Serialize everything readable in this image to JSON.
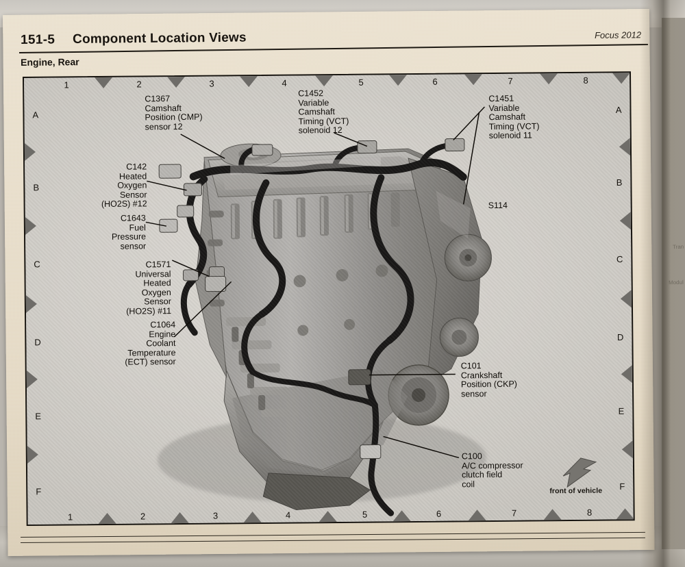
{
  "header": {
    "page_number": "151-5",
    "title": "Component Location Views",
    "model": "Focus 2012",
    "subtitle": "Engine, Rear"
  },
  "figure": {
    "grid_columns": [
      "1",
      "2",
      "3",
      "4",
      "5",
      "6",
      "7",
      "8"
    ],
    "grid_rows": [
      "A",
      "B",
      "C",
      "D",
      "E",
      "F"
    ],
    "orientation_label": "front of vehicle"
  },
  "callouts": [
    {
      "id": "c1367",
      "text": "C1367\nCamshaft\nPosition (CMP)\nsensor 12"
    },
    {
      "id": "c1452",
      "text": "C1452\nVariable\nCamshaft\nTiming (VCT)\nsolenoid 12"
    },
    {
      "id": "c1451",
      "text": "C1451\nVariable\nCamshaft\nTiming (VCT)\nsolenoid 11"
    },
    {
      "id": "c142",
      "text": "C142\nHeated\nOxygen\nSensor\n(HO2S) #12"
    },
    {
      "id": "c1643",
      "text": "C1643\nFuel\nPressure\nsensor"
    },
    {
      "id": "c1571",
      "text": "C1571\nUniversal\nHeated\nOxygen\nSensor\n(HO2S) #11"
    },
    {
      "id": "c1064",
      "text": "C1064\nEngine\nCoolant\nTemperature\n(ECT) sensor"
    },
    {
      "id": "s114",
      "text": "S114"
    },
    {
      "id": "c101",
      "text": "C101\nCrankshaft\nPosition (CKP)\nsensor"
    },
    {
      "id": "c100",
      "text": "C100\nA/C compressor\nclutch field\ncoil"
    }
  ],
  "next_page_fragments": [
    "Tran",
    "Modul"
  ]
}
